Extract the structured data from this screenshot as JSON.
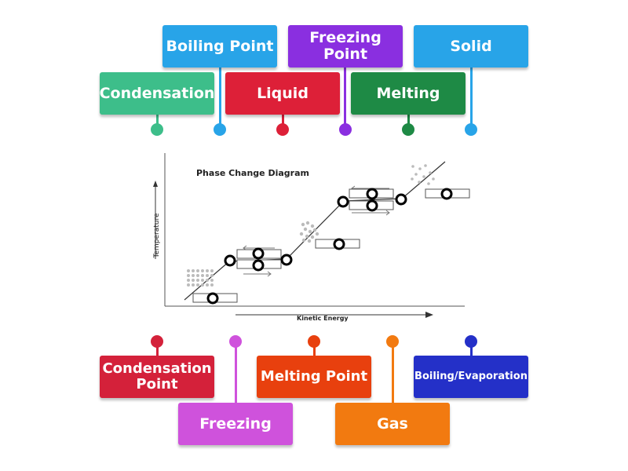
{
  "labels": [
    {
      "id": "boiling-point",
      "text": "Boiling Point",
      "color": "#28a4e8"
    },
    {
      "id": "freezing-point",
      "text": "Freezing\nPoint",
      "color": "#8a2fe0"
    },
    {
      "id": "solid",
      "text": "Solid",
      "color": "#28a4e8"
    },
    {
      "id": "condensation",
      "text": "Condensation",
      "color": "#3dbe8a"
    },
    {
      "id": "liquid",
      "text": "Liquid",
      "color": "#dd2038"
    },
    {
      "id": "melting",
      "text": "Melting",
      "color": "#1e8a45"
    },
    {
      "id": "condensation-point",
      "text": "Condensation\nPoint",
      "color": "#d4213a"
    },
    {
      "id": "melting-point",
      "text": "Melting Point",
      "color": "#e8400e"
    },
    {
      "id": "boiling-evaporation",
      "text": "Boiling/Evaporation",
      "color": "#2430c8"
    },
    {
      "id": "freezing",
      "text": "Freezing",
      "color": "#cf52dc"
    },
    {
      "id": "gas",
      "text": "Gas",
      "color": "#f27a10"
    }
  ],
  "diagram": {
    "title": "Phase Change Diagram",
    "ylabel": "Temperature",
    "xlabel": "Kinetic Energy"
  }
}
